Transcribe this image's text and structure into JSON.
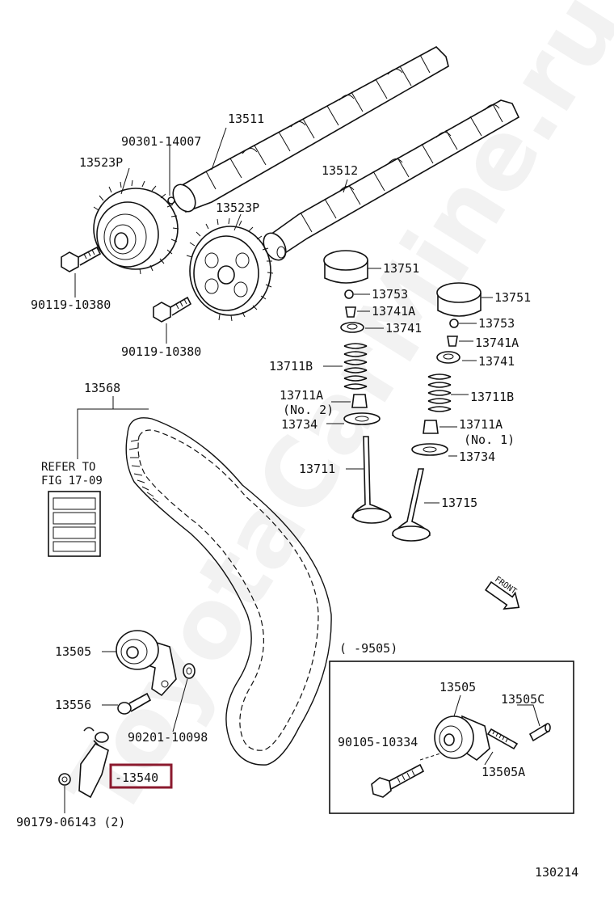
{
  "watermark": "ToyotaCarMine.ru",
  "labels": {
    "p13511": "13511",
    "p90301": "90301-14007",
    "p13523a": "13523P",
    "p13512": "13512",
    "p13523b": "13523P",
    "p90119a": "90119-10380",
    "p90119b": "90119-10380",
    "p13751a": "13751",
    "p13753a": "13753",
    "p13741Aa": "13741A",
    "p13741a": "13741",
    "p13711Ba": "13711B",
    "p13711Aa": "13711A",
    "p13711Aa_no": "(No. 2)",
    "p13734a": "13734",
    "p13711": "13711",
    "p13751b": "13751",
    "p13753b": "13753",
    "p13741Ab": "13741A",
    "p13741b": "13741",
    "p13711Bb": "13711B",
    "p13711Ab": "13711A",
    "p13711Ab_no": "(No. 1)",
    "p13734b": "13734",
    "p13715": "13715",
    "p13568": "13568",
    "refer1": "REFER TO",
    "refer2": "FIG 17-09",
    "front": "FRONT",
    "p13505": "13505",
    "p13556": "13556",
    "p90201": "90201-10098",
    "p13540": "-13540",
    "p90179": "90179-06143 (2)",
    "inset_range": "(       -9505)",
    "inset_13505": "13505",
    "inset_13505C": "13505C",
    "inset_90105": "90105-10334",
    "inset_13505A": "13505A",
    "fig_no": "130214"
  }
}
